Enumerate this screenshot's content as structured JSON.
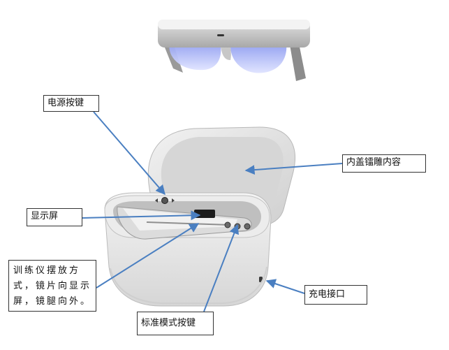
{
  "labels": {
    "power_button": "电源按键",
    "inner_lid": "内盖镭雕内容",
    "display_screen": "显示屏",
    "placement_note": "训练仪摆放方式，镜片向显示屏，镜腿向外。",
    "charging_port": "充电接口",
    "standard_mode_button": "标准模式按键"
  },
  "colors": {
    "arrow": "#4a7fc1",
    "border": "#333333"
  }
}
